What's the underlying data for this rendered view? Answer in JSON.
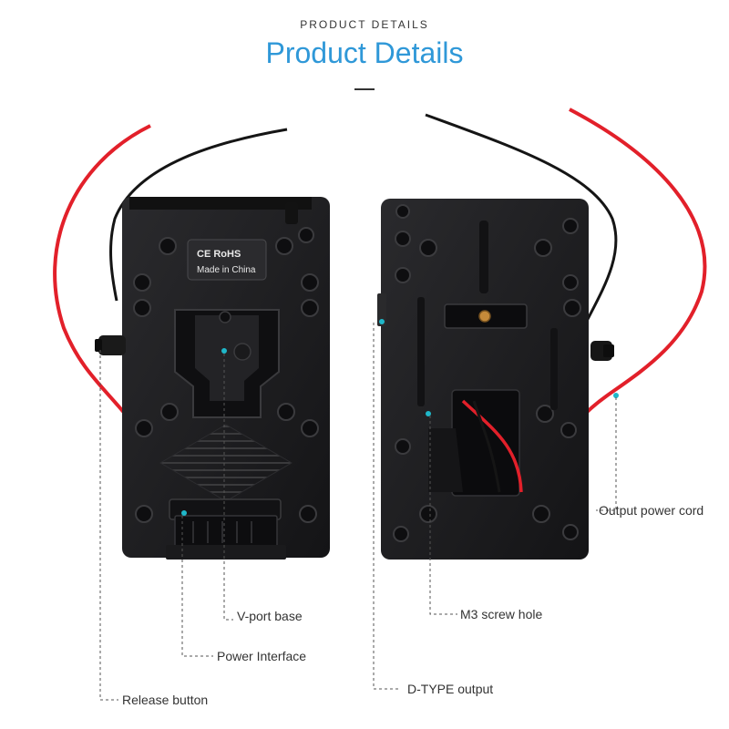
{
  "header": {
    "kicker": "PRODUCT DETAILS",
    "title": "Product Details"
  },
  "colors": {
    "title": "#2f98d8",
    "plate": "#1e1e20",
    "cable_red": "#e2202a",
    "cable_black": "#151515",
    "marker": "#1fb7c9"
  },
  "front_plate": {
    "badge": {
      "line1": "CE RoHS",
      "line2": "Made in China"
    }
  },
  "callouts": {
    "vport_base": "V-port base",
    "power_interface": "Power Interface",
    "release_button": "Release button",
    "m3_screw_hole": "M3 screw hole",
    "dtype_output": "D-TYPE output",
    "output_power_cord": "Output power cord"
  }
}
